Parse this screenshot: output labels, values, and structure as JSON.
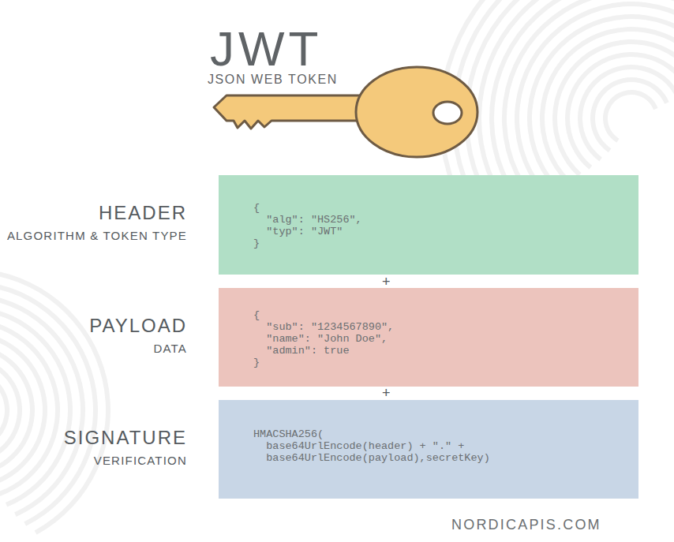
{
  "diagram": {
    "title": "JWT",
    "nodes": [
      {
        "text": [
          "HEADER",
          "ALGORITHM & TOKEN TYPE",
          "{",
          "\"alg\": \"HS256\",",
          "\"typ\": \"JWT\"",
          "}"
        ]
      },
      {
        "text": [
          "PAYLOAD",
          "DATA",
          "{",
          "\"sub\": \"1234567890\",",
          "\"name\": \"John Doe\",",
          "\"admin\": true",
          "}"
        ]
      },
      {
        "text": [
          "SIGNATURE",
          "VERIFICATION",
          "HMACSHA256(",
          "base64UrlEncode(header) + \".\" +",
          "base64UrlEncode(payload),secretKey)"
        ]
      }
    ],
    "labels": [
      "JSON WEB TOKEN",
      "+",
      "+",
      "NORDICAPIS.COM"
    ]
  }
}
